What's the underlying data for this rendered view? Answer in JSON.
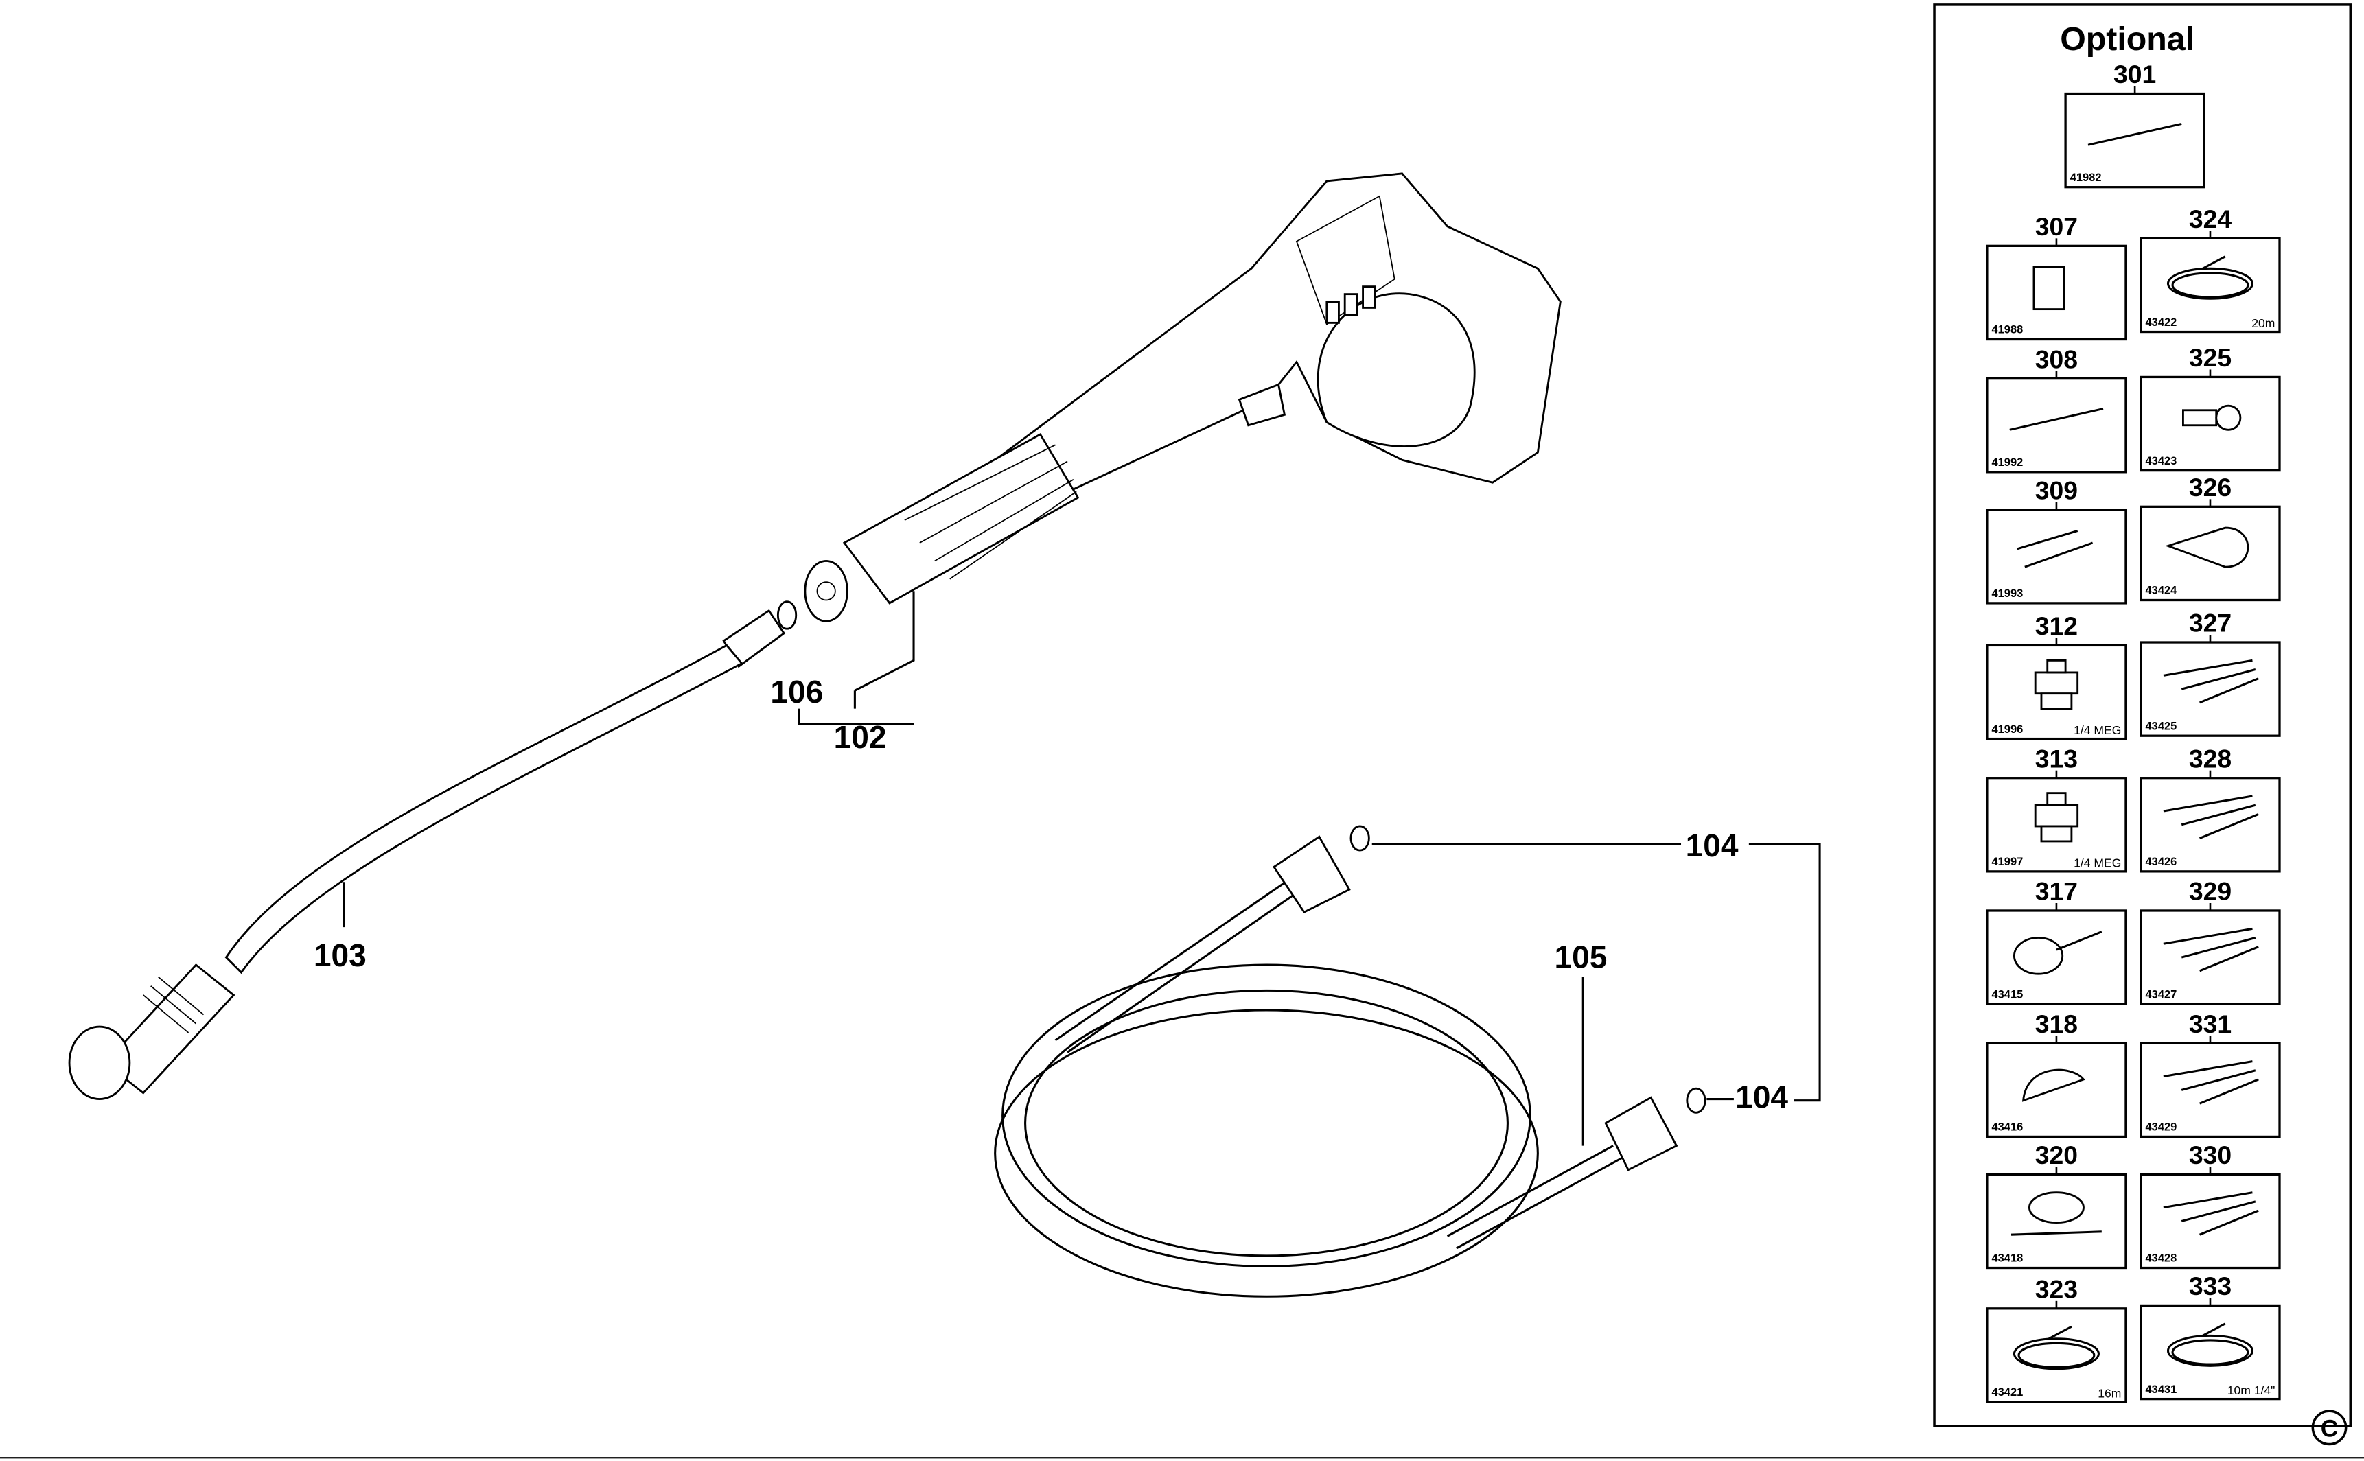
{
  "callouts": {
    "c102": "102",
    "c103": "103",
    "c104a": "104",
    "c104b": "104",
    "c105": "105",
    "c106": "106"
  },
  "optional": {
    "title": "Optional",
    "items": [
      {
        "num": "301",
        "code": "41982",
        "note": "",
        "icon": "lance"
      },
      {
        "num": "307",
        "code": "41988",
        "note": "",
        "icon": "detergent-bottle"
      },
      {
        "num": "324",
        "code": "43422",
        "note": "20m",
        "icon": "hose"
      },
      {
        "num": "308",
        "code": "41992",
        "note": "",
        "icon": "lance"
      },
      {
        "num": "325",
        "code": "43423",
        "note": "",
        "icon": "adapter"
      },
      {
        "num": "309",
        "code": "41993",
        "note": "",
        "icon": "cleaning-needle"
      },
      {
        "num": "326",
        "code": "43424",
        "note": "",
        "icon": "rotary-nozzle"
      },
      {
        "num": "312",
        "code": "41996",
        "note": "1/4 MEG",
        "icon": "nozzle"
      },
      {
        "num": "327",
        "code": "43425",
        "note": "",
        "icon": "lance-set"
      },
      {
        "num": "313",
        "code": "41997",
        "note": "1/4 MEG",
        "icon": "nozzle"
      },
      {
        "num": "328",
        "code": "43426",
        "note": "",
        "icon": "lance-set"
      },
      {
        "num": "317",
        "code": "43415",
        "note": "",
        "icon": "brush"
      },
      {
        "num": "329",
        "code": "43427",
        "note": "",
        "icon": "lance-set"
      },
      {
        "num": "318",
        "code": "43416",
        "note": "",
        "icon": "hand-brush"
      },
      {
        "num": "331",
        "code": "43429",
        "note": "",
        "icon": "lance-set"
      },
      {
        "num": "320",
        "code": "43418",
        "note": "",
        "icon": "patio-cleaner"
      },
      {
        "num": "330",
        "code": "43428",
        "note": "",
        "icon": "lance-set"
      },
      {
        "num": "323",
        "code": "43421",
        "note": "16m",
        "icon": "hose"
      },
      {
        "num": "333",
        "code": "43431",
        "note": "10m 1/4\"",
        "icon": "hose"
      }
    ]
  },
  "copyright_mark": "C"
}
